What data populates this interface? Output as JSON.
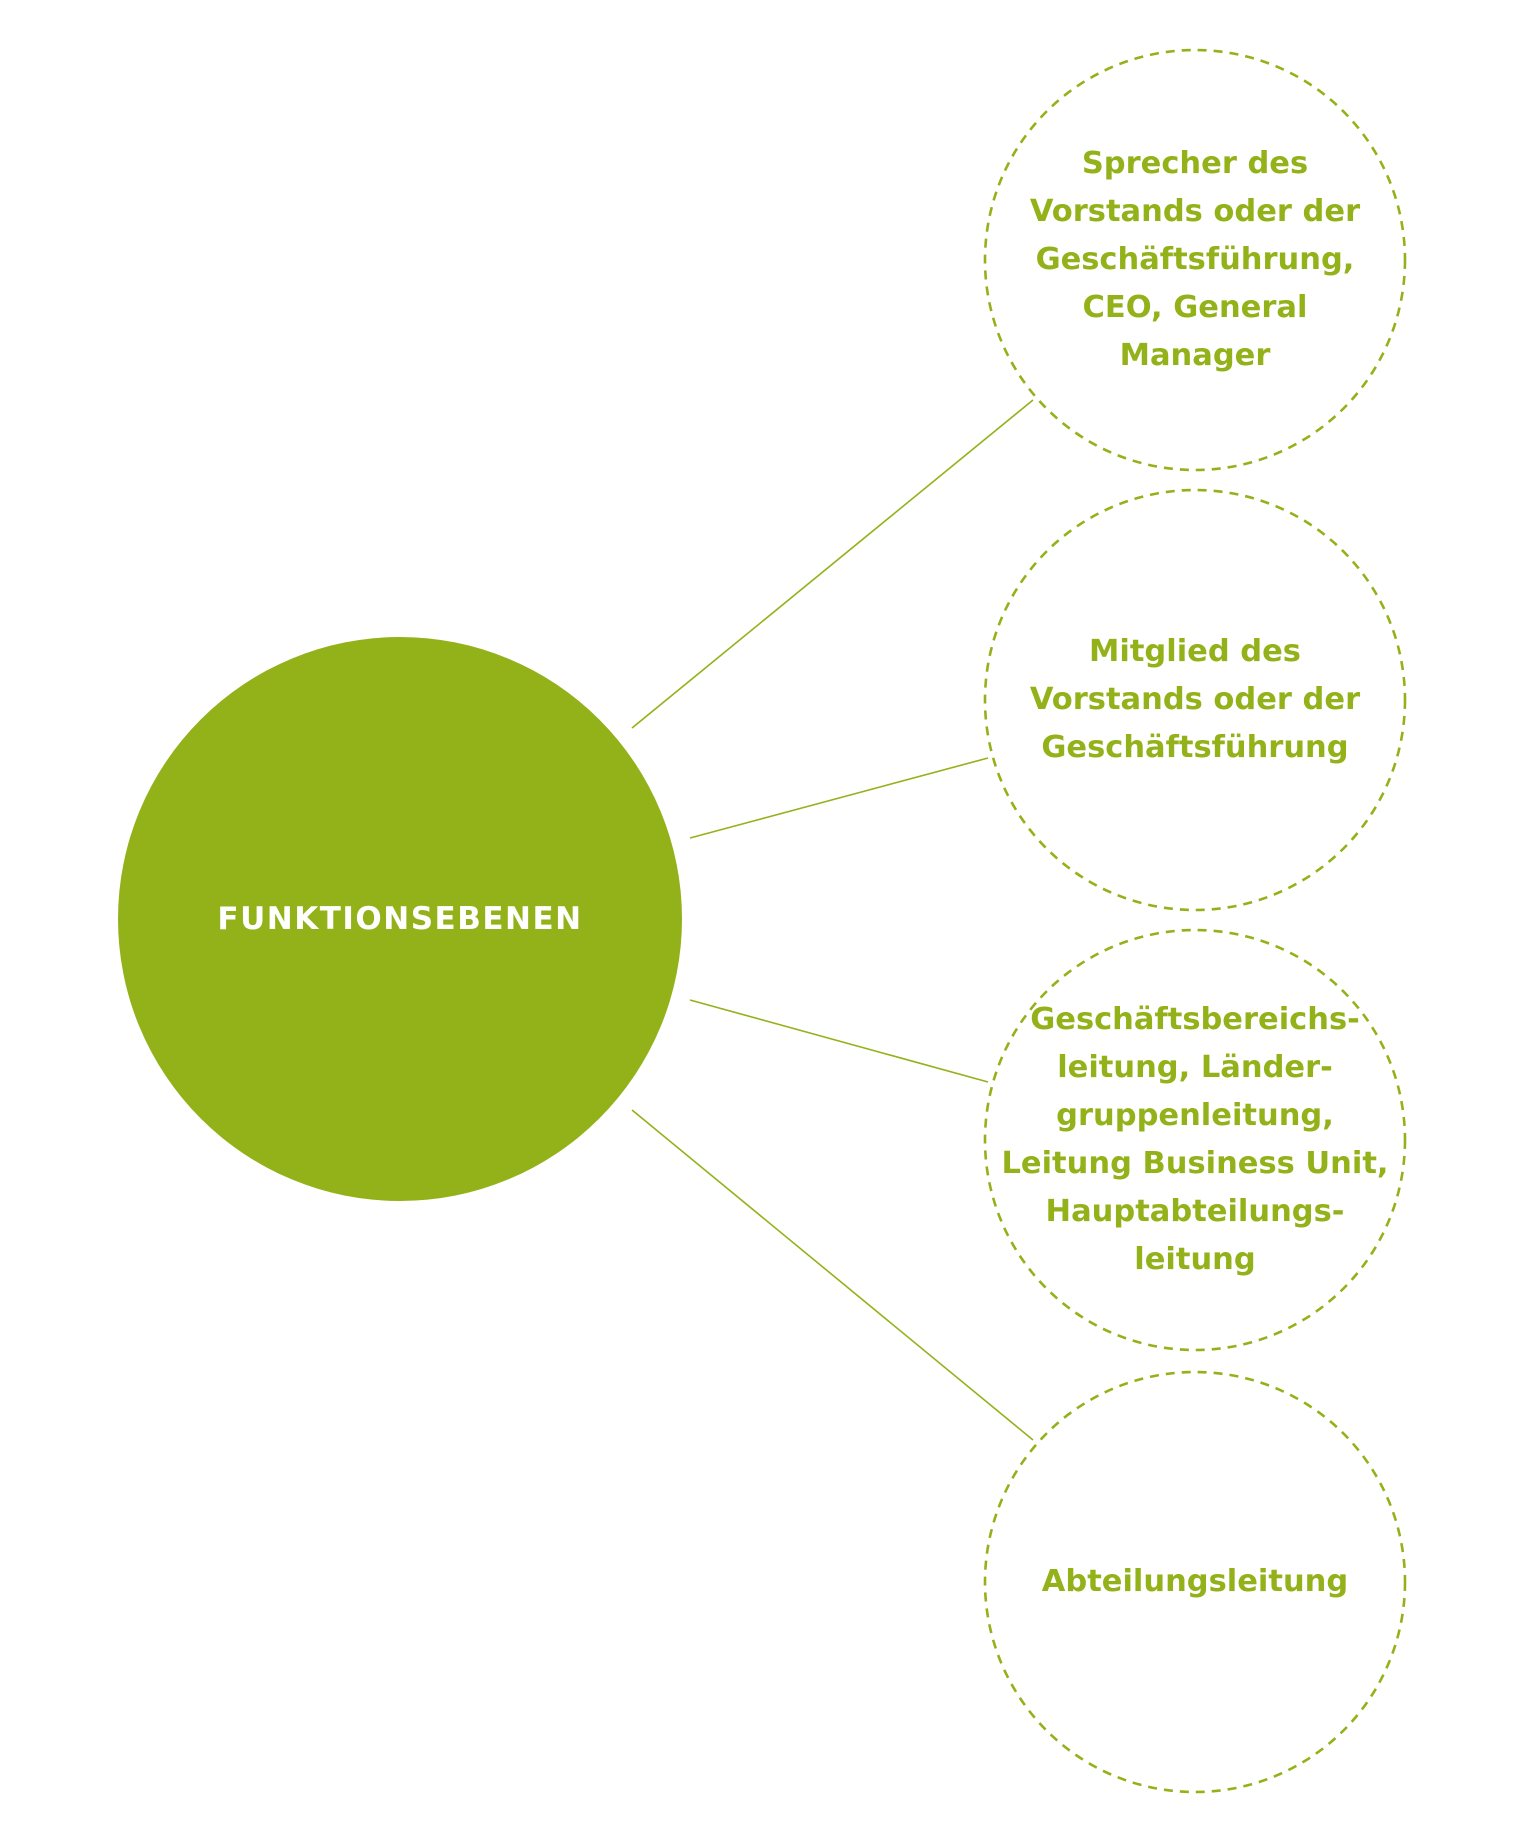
{
  "colors": {
    "accent": "#93b21a",
    "hub_text": "#ffffff",
    "background": "#ffffff"
  },
  "hub": {
    "label": "FUNKTIONSEBENEN"
  },
  "nodes": [
    {
      "lines": [
        "Sprecher des",
        "Vorstands oder der",
        "Geschäftsführung,",
        "CEO, General",
        "Manager"
      ]
    },
    {
      "lines": [
        "Mitglied des",
        "Vorstands oder der",
        "Geschäftsführung"
      ]
    },
    {
      "lines": [
        "Geschäftsbereichs-",
        "leitung, Länder-",
        "gruppenleitung,",
        "Leitung Business Unit,",
        "Hauptabteilungs-",
        "leitung"
      ]
    },
    {
      "lines": [
        "Abteilungsleitung"
      ]
    }
  ]
}
